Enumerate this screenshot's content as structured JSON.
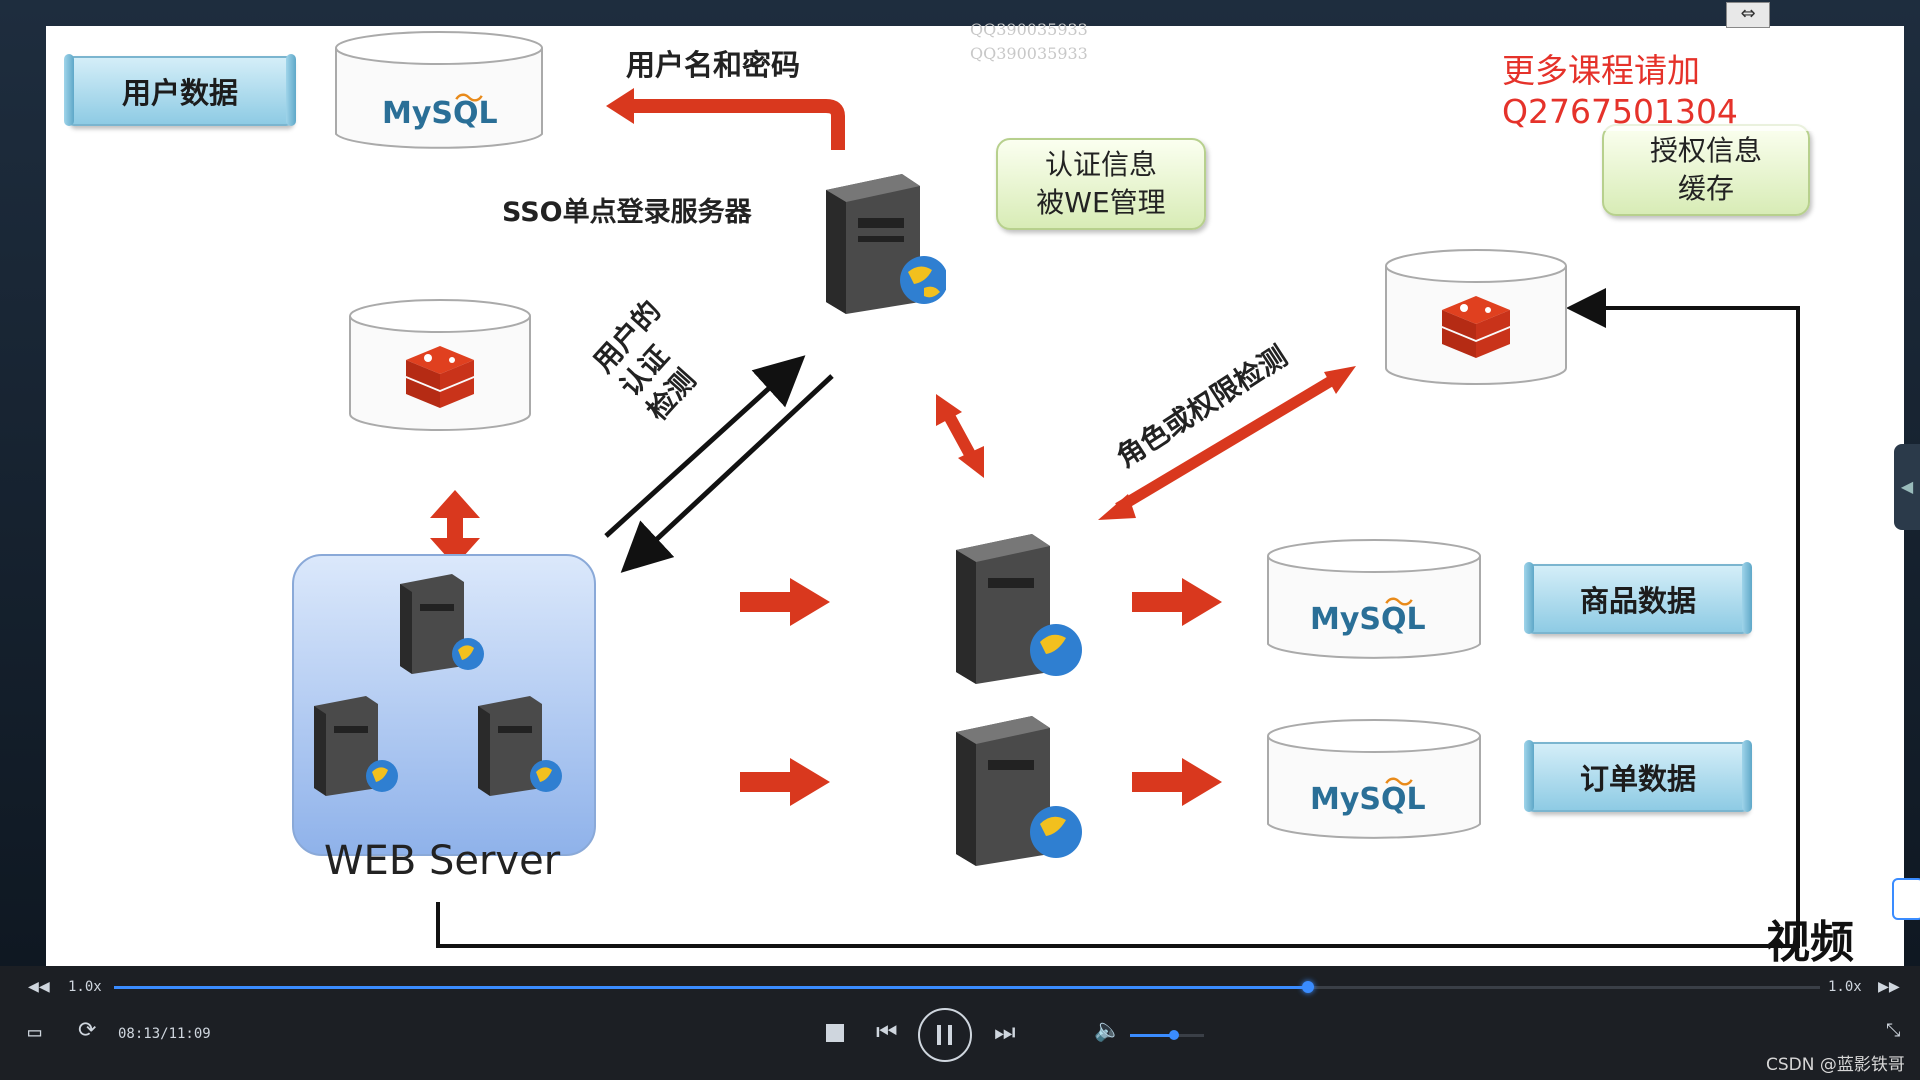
{
  "overlay": {
    "watermark_top": "QQ390035933",
    "watermark_top2": "QQ390035933",
    "promo_text": "更多课程请加Q2767501304",
    "corner_logo": "视频",
    "credit": "CSDN @蓝影铁哥"
  },
  "diagram": {
    "user_data_tag": "用户数据",
    "user_pass_label": "用户名和密码",
    "sso_server_label": "SSO单点登录服务器",
    "auth_callout_line1": "认证信息",
    "auth_callout_line2": "被WE管理",
    "authz_callout_line1": "授权信息",
    "authz_callout_line2": "缓存",
    "auth_check_label_line1": "用户的",
    "auth_check_label_line2": "认证",
    "auth_check_label_line3": "检测",
    "role_check_label": "角色或权限检测",
    "web_server_label": "WEB Server",
    "goods_data_tag": "商品数据",
    "order_data_tag": "订单数据",
    "mysql_logo": "MySQL"
  },
  "player": {
    "speed_left": "1.0x",
    "speed_right": "1.0x",
    "time": "08:13/11:09",
    "progress": 0.7,
    "volume": 0.6
  },
  "colors": {
    "arrow_red": "#d9381e",
    "tag_blue": "#8ecbe4",
    "callout_green": "#d8ecb6",
    "progress_blue": "#3a8cff"
  }
}
